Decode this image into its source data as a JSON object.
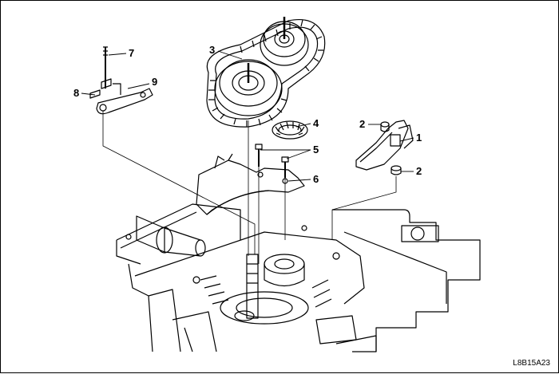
{
  "figure": {
    "id": "L8B15A23",
    "callouts": {
      "c1": "1",
      "c2a": "2",
      "c2b": "2",
      "c3": "3",
      "c4": "4",
      "c5": "5",
      "c6": "6",
      "c7": "7",
      "c8": "8",
      "c9": "9"
    }
  }
}
